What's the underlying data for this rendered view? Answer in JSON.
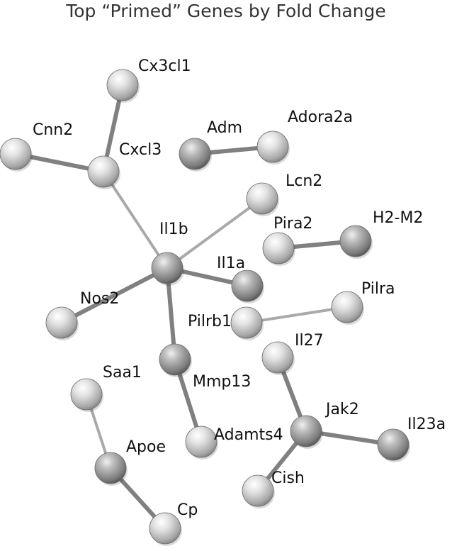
{
  "title": "Top “Primed” Genes by Fold Change",
  "nodes": [
    {
      "id": "Cx3cl1",
      "label": "Cx3cl1",
      "tone": "light"
    },
    {
      "id": "Cnn2",
      "label": "Cnn2",
      "tone": "light"
    },
    {
      "id": "Cxcl3",
      "label": "Cxcl3",
      "tone": "light"
    },
    {
      "id": "Adm",
      "label": "Adm",
      "tone": "dark"
    },
    {
      "id": "Adora2a",
      "label": "Adora2a",
      "tone": "light"
    },
    {
      "id": "Lcn2",
      "label": "Lcn2",
      "tone": "light"
    },
    {
      "id": "Il1b",
      "label": "Il1b",
      "tone": "dark"
    },
    {
      "id": "Pira2",
      "label": "Pira2",
      "tone": "light"
    },
    {
      "id": "H2-M2",
      "label": "H2-M2",
      "tone": "dark"
    },
    {
      "id": "Il1a",
      "label": "Il1a",
      "tone": "dark"
    },
    {
      "id": "Nos2",
      "label": "Nos2",
      "tone": "light"
    },
    {
      "id": "Pilrb1",
      "label": "Pilrb1",
      "tone": "light"
    },
    {
      "id": "Pilra",
      "label": "Pilra",
      "tone": "light"
    },
    {
      "id": "Il27",
      "label": "Il27",
      "tone": "light"
    },
    {
      "id": "Mmp13",
      "label": "Mmp13",
      "tone": "dark"
    },
    {
      "id": "Saa1",
      "label": "Saa1",
      "tone": "light"
    },
    {
      "id": "Jak2",
      "label": "Jak2",
      "tone": "dark"
    },
    {
      "id": "Il23a",
      "label": "Il23a",
      "tone": "dark"
    },
    {
      "id": "Apoe",
      "label": "Apoe",
      "tone": "dark"
    },
    {
      "id": "Adamts4",
      "label": "Adamts4",
      "tone": "light"
    },
    {
      "id": "Cish",
      "label": "Cish",
      "tone": "light"
    },
    {
      "id": "Cp",
      "label": "Cp",
      "tone": "light"
    }
  ],
  "edges": [
    {
      "source": "Cxcl3",
      "target": "Cx3cl1",
      "tone": "dark"
    },
    {
      "source": "Cxcl3",
      "target": "Cnn2",
      "tone": "dark"
    },
    {
      "source": "Cxcl3",
      "target": "Il1b",
      "tone": "light"
    },
    {
      "source": "Adm",
      "target": "Adora2a",
      "tone": "dark"
    },
    {
      "source": "Il1b",
      "target": "Lcn2",
      "tone": "light"
    },
    {
      "source": "Il1b",
      "target": "Il1a",
      "tone": "dark"
    },
    {
      "source": "Il1b",
      "target": "Nos2",
      "tone": "dark"
    },
    {
      "source": "Il1b",
      "target": "Mmp13",
      "tone": "dark"
    },
    {
      "source": "Pira2",
      "target": "H2-M2",
      "tone": "dark"
    },
    {
      "source": "Pilrb1",
      "target": "Pilra",
      "tone": "light"
    },
    {
      "source": "Mmp13",
      "target": "Adamts4",
      "tone": "dark"
    },
    {
      "source": "Il27",
      "target": "Jak2",
      "tone": "dark"
    },
    {
      "source": "Jak2",
      "target": "Il23a",
      "tone": "dark"
    },
    {
      "source": "Jak2",
      "target": "Cish",
      "tone": "dark"
    },
    {
      "source": "Saa1",
      "target": "Apoe",
      "tone": "light"
    },
    {
      "source": "Apoe",
      "target": "Cp",
      "tone": "dark"
    }
  ],
  "colors": {
    "node_light": "#c8c8c8",
    "node_dark": "#8c8c8c",
    "edge_light": "#a9a9a9",
    "edge_dark": "#808080",
    "text": "#111111",
    "title": "#333333"
  }
}
